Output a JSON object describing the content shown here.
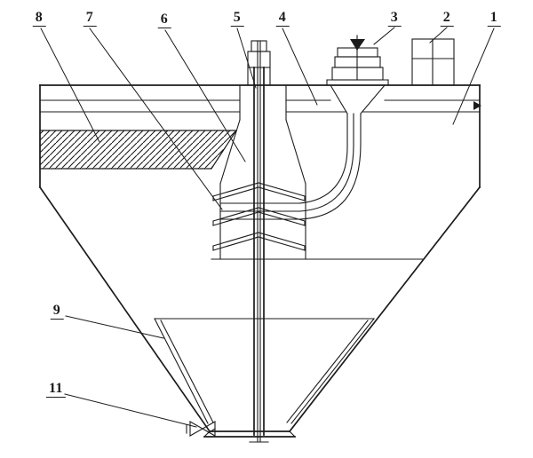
{
  "callouts": [
    {
      "label": "8"
    },
    {
      "label": "7"
    },
    {
      "label": "6"
    },
    {
      "label": "5"
    },
    {
      "label": "4"
    },
    {
      "label": "3"
    },
    {
      "label": "2"
    },
    {
      "label": "1"
    },
    {
      "label": "9"
    },
    {
      "label": "11"
    }
  ],
  "colors": {
    "line": "#1b1b1b",
    "background": "#ffffff"
  }
}
